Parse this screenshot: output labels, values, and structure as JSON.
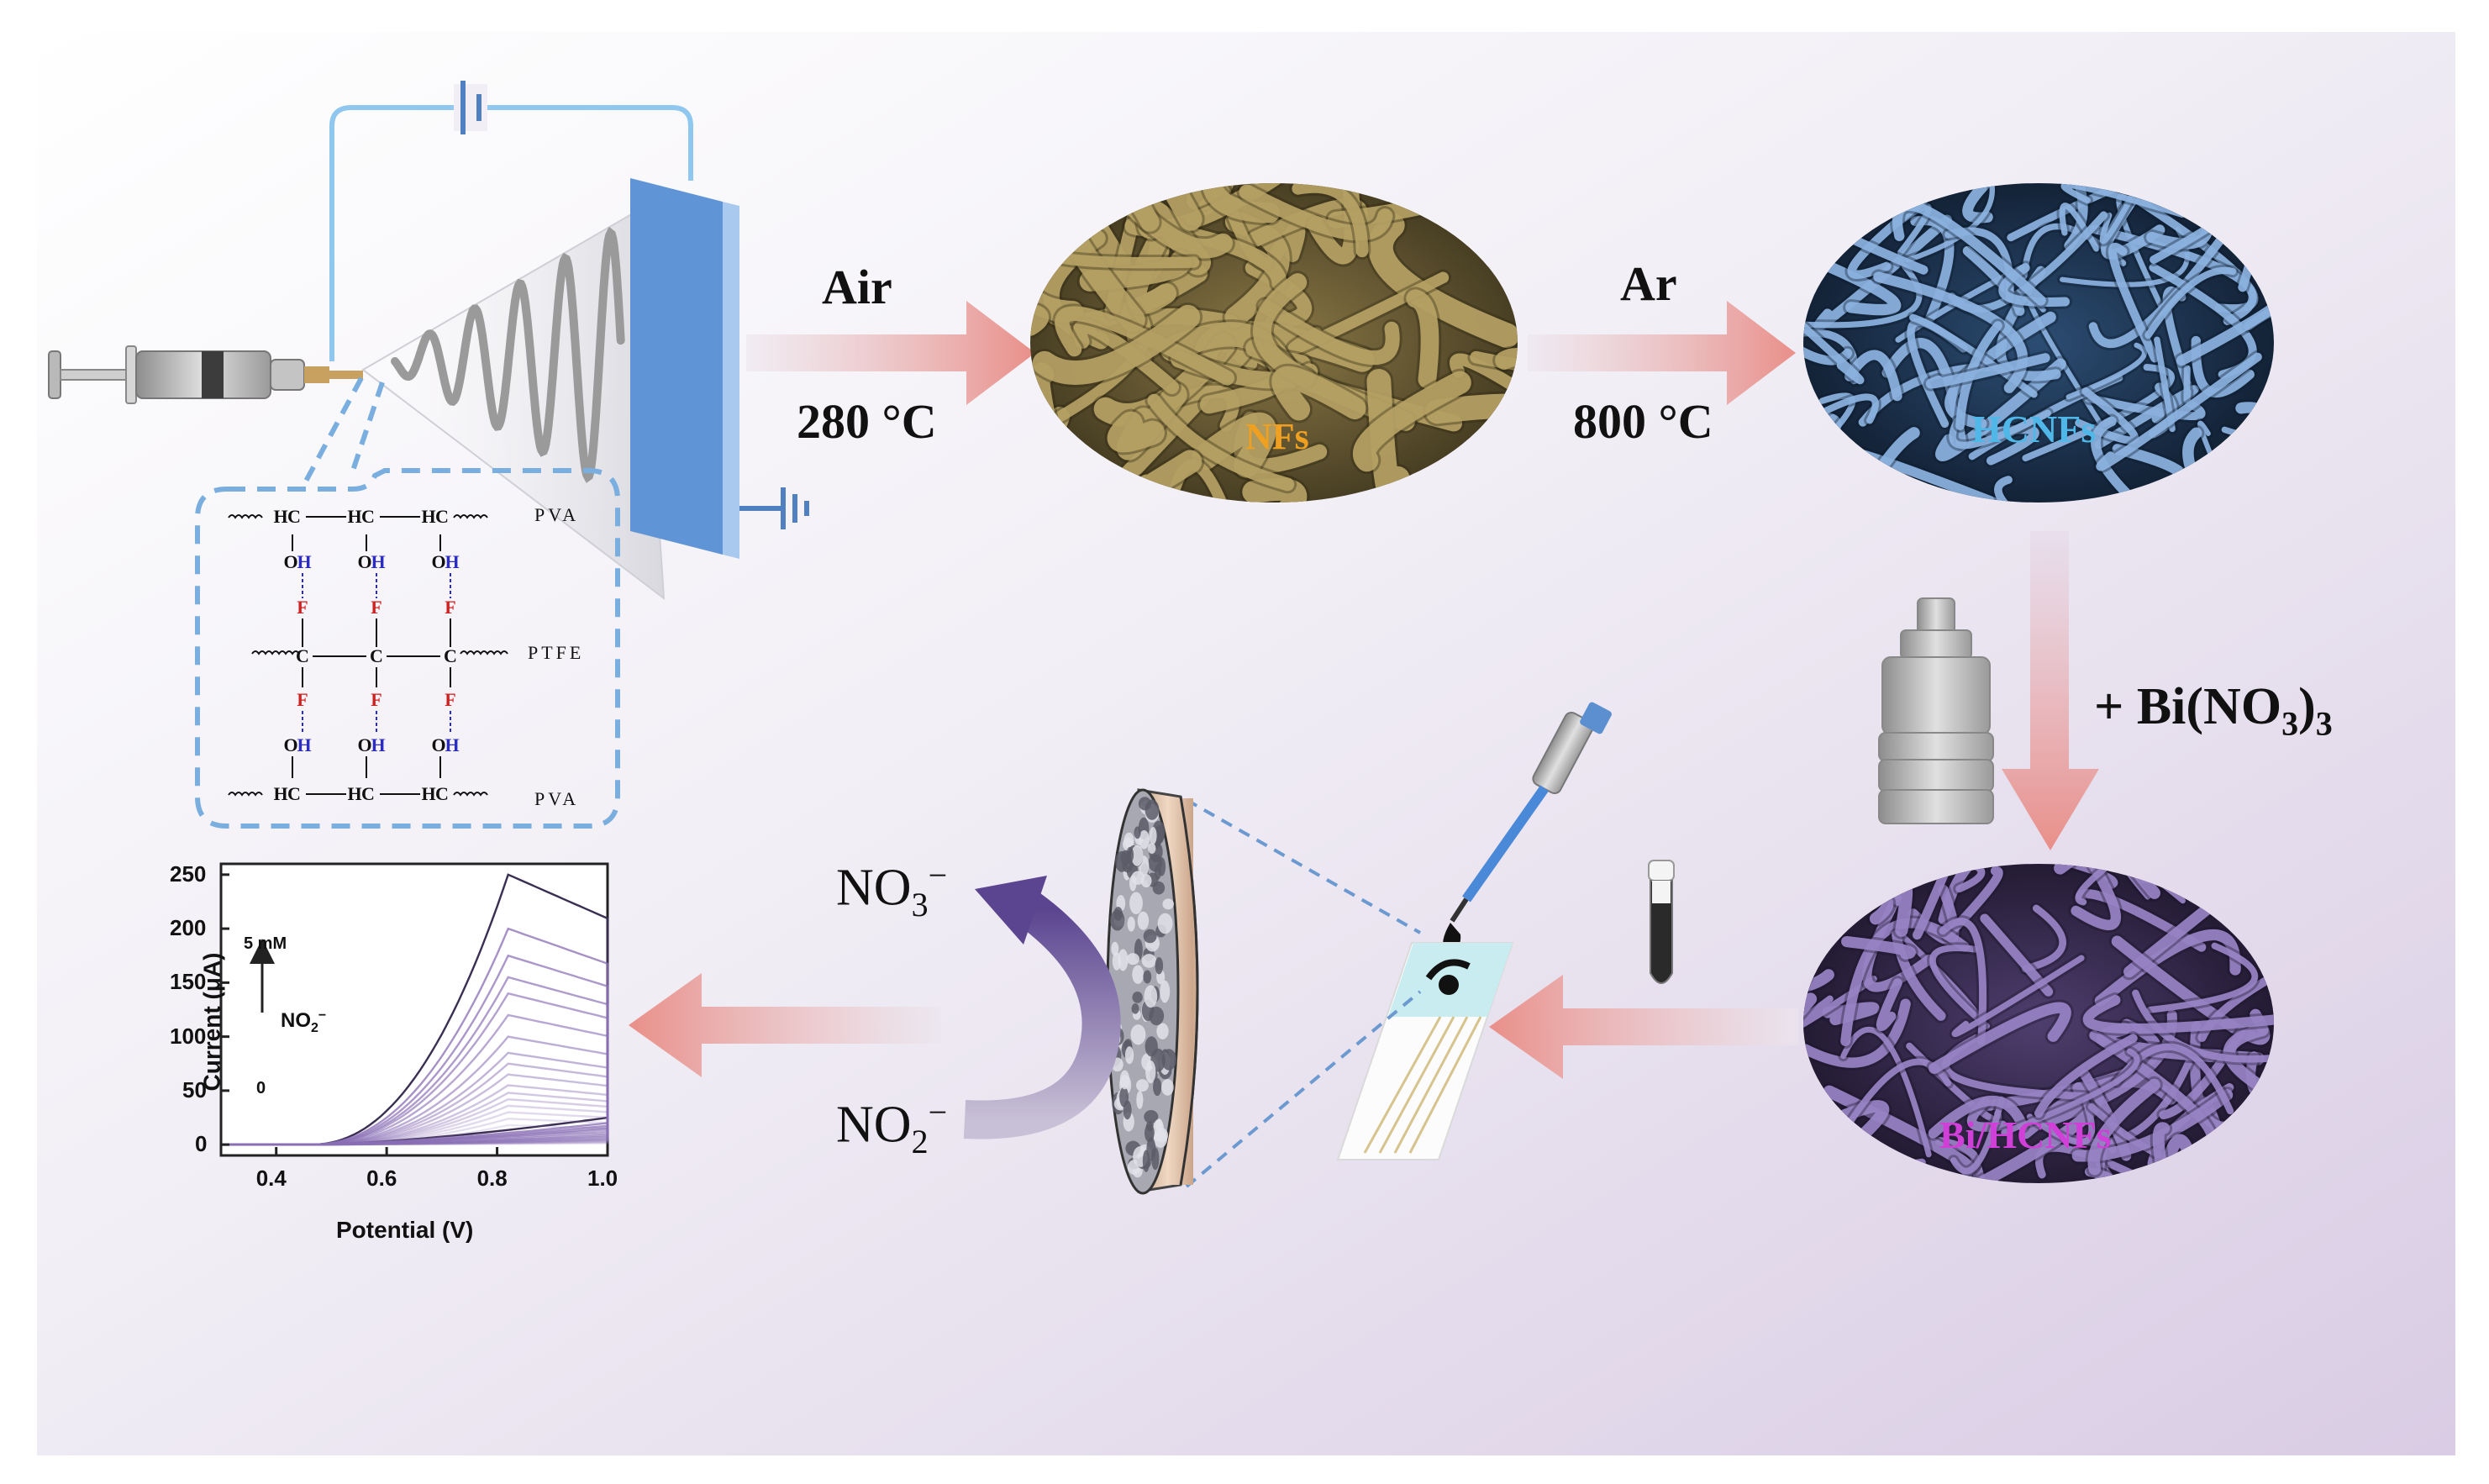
{
  "steps": {
    "step1_gas": "Air",
    "step1_temp": "280 °C",
    "step2_gas": "Ar",
    "step2_temp": "800 °C",
    "step3_reagent": "+ Bi(NO",
    "step3_sub": "3",
    "step3_close": ")",
    "step3_sub2": "3"
  },
  "materials": {
    "nfs": "NFs",
    "hcnfs": "HCNFs",
    "bihcnfs": "Bi/HCNFs"
  },
  "ions": {
    "nitrate": "NO",
    "nitrate_sub": "3",
    "nitrate_charge": "−",
    "nitrite": "NO",
    "nitrite_sub": "2",
    "nitrite_charge": "−"
  },
  "polymers": {
    "top": "PVA",
    "middle": "PTFE",
    "bottom": "PVA"
  },
  "colors": {
    "nfs_label": "#f0a020",
    "hcnfs_label": "#4fb8e8",
    "bihcnfs_label": "#d040d8",
    "arrow": "#e99590",
    "h_bond_h": "#2b2bc8",
    "h_bond_f": "#d02020",
    "dashed_box": "#7aaedf",
    "curve": "#8a6fb5"
  },
  "chart_data": {
    "type": "line",
    "xlabel": "Potential (V)",
    "ylabel": "Current (μA)",
    "xlim": [
      0.3,
      1.0
    ],
    "ylim": [
      -10,
      260
    ],
    "xticks": [
      "0.4",
      "0.6",
      "0.8",
      "1.0"
    ],
    "yticks": [
      "0",
      "50",
      "100",
      "150",
      "200",
      "250"
    ],
    "annotation_top": "5 mM",
    "annotation_bottom": "0",
    "annotation_species": "NO",
    "annotation_sub": "2",
    "annotation_charge": "−",
    "peak_currents": [
      250,
      200,
      175,
      155,
      140,
      120,
      100,
      85,
      75,
      65,
      55,
      48,
      42,
      36,
      30,
      24,
      18,
      12
    ]
  }
}
